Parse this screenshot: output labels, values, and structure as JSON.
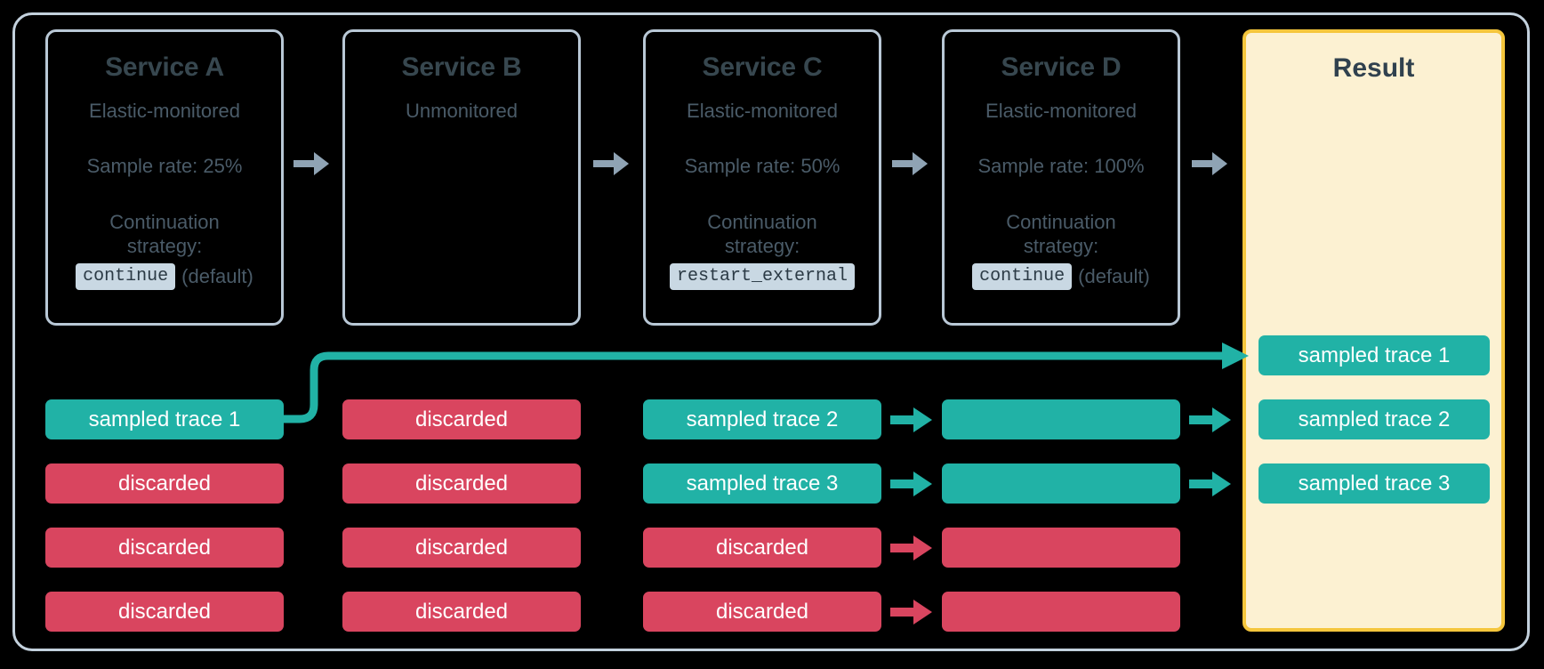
{
  "colors": {
    "background": "#000000",
    "frame_border": "#c3d1dd",
    "card_border": "#b9c8d6",
    "card_title": "#37474f",
    "card_text": "#4a5b68",
    "code_badge_bg": "#c9d8e3",
    "sampled": "#21b2a6",
    "discarded": "#d9455f",
    "result_bg": "#fcf1d2",
    "result_border": "#f5c63c",
    "service_arrow": "#8fa3b4"
  },
  "services": [
    {
      "title": "Service A",
      "monitoring": "Elastic-monitored",
      "sample_rate": "Sample rate: 25%",
      "strategy_label": "Continuation strategy:",
      "strategy_value": "continue",
      "strategy_note": "(default)"
    },
    {
      "title": "Service B",
      "monitoring": "Unmonitored",
      "sample_rate": "",
      "strategy_label": "",
      "strategy_value": "",
      "strategy_note": ""
    },
    {
      "title": "Service C",
      "monitoring": "Elastic-monitored",
      "sample_rate": "Sample rate: 50%",
      "strategy_label": "Continuation strategy:",
      "strategy_value": "restart_external",
      "strategy_note": ""
    },
    {
      "title": "Service D",
      "monitoring": "Elastic-monitored",
      "sample_rate": "Sample rate: 100%",
      "strategy_label": "Continuation strategy:",
      "strategy_value": "continue",
      "strategy_note": "(default)"
    }
  ],
  "result": {
    "title": "Result",
    "traces": [
      {
        "label": "sampled trace 1",
        "state": "sampled"
      },
      {
        "label": "sampled trace 2",
        "state": "sampled"
      },
      {
        "label": "sampled trace 3",
        "state": "sampled"
      }
    ]
  },
  "trace_columns": {
    "service_a": [
      {
        "label": "sampled trace 1",
        "state": "sampled"
      },
      {
        "label": "discarded",
        "state": "discarded"
      },
      {
        "label": "discarded",
        "state": "discarded"
      },
      {
        "label": "discarded",
        "state": "discarded"
      }
    ],
    "service_b": [
      {
        "label": "discarded",
        "state": "discarded"
      },
      {
        "label": "discarded",
        "state": "discarded"
      },
      {
        "label": "discarded",
        "state": "discarded"
      },
      {
        "label": "discarded",
        "state": "discarded"
      }
    ],
    "service_c": [
      {
        "label": "sampled trace 2",
        "state": "sampled"
      },
      {
        "label": "sampled trace 3",
        "state": "sampled"
      },
      {
        "label": "discarded",
        "state": "discarded"
      },
      {
        "label": "discarded",
        "state": "discarded"
      }
    ],
    "service_d": [
      {
        "label": "",
        "state": "sampled"
      },
      {
        "label": "",
        "state": "sampled"
      },
      {
        "label": "",
        "state": "discarded"
      },
      {
        "label": "",
        "state": "discarded"
      }
    ]
  },
  "icons": {
    "service_flow_arrow": "arrow-right-icon",
    "trace_flow_arrow": "arrow-right-icon",
    "continuation_connector": "curved-connector-icon"
  }
}
